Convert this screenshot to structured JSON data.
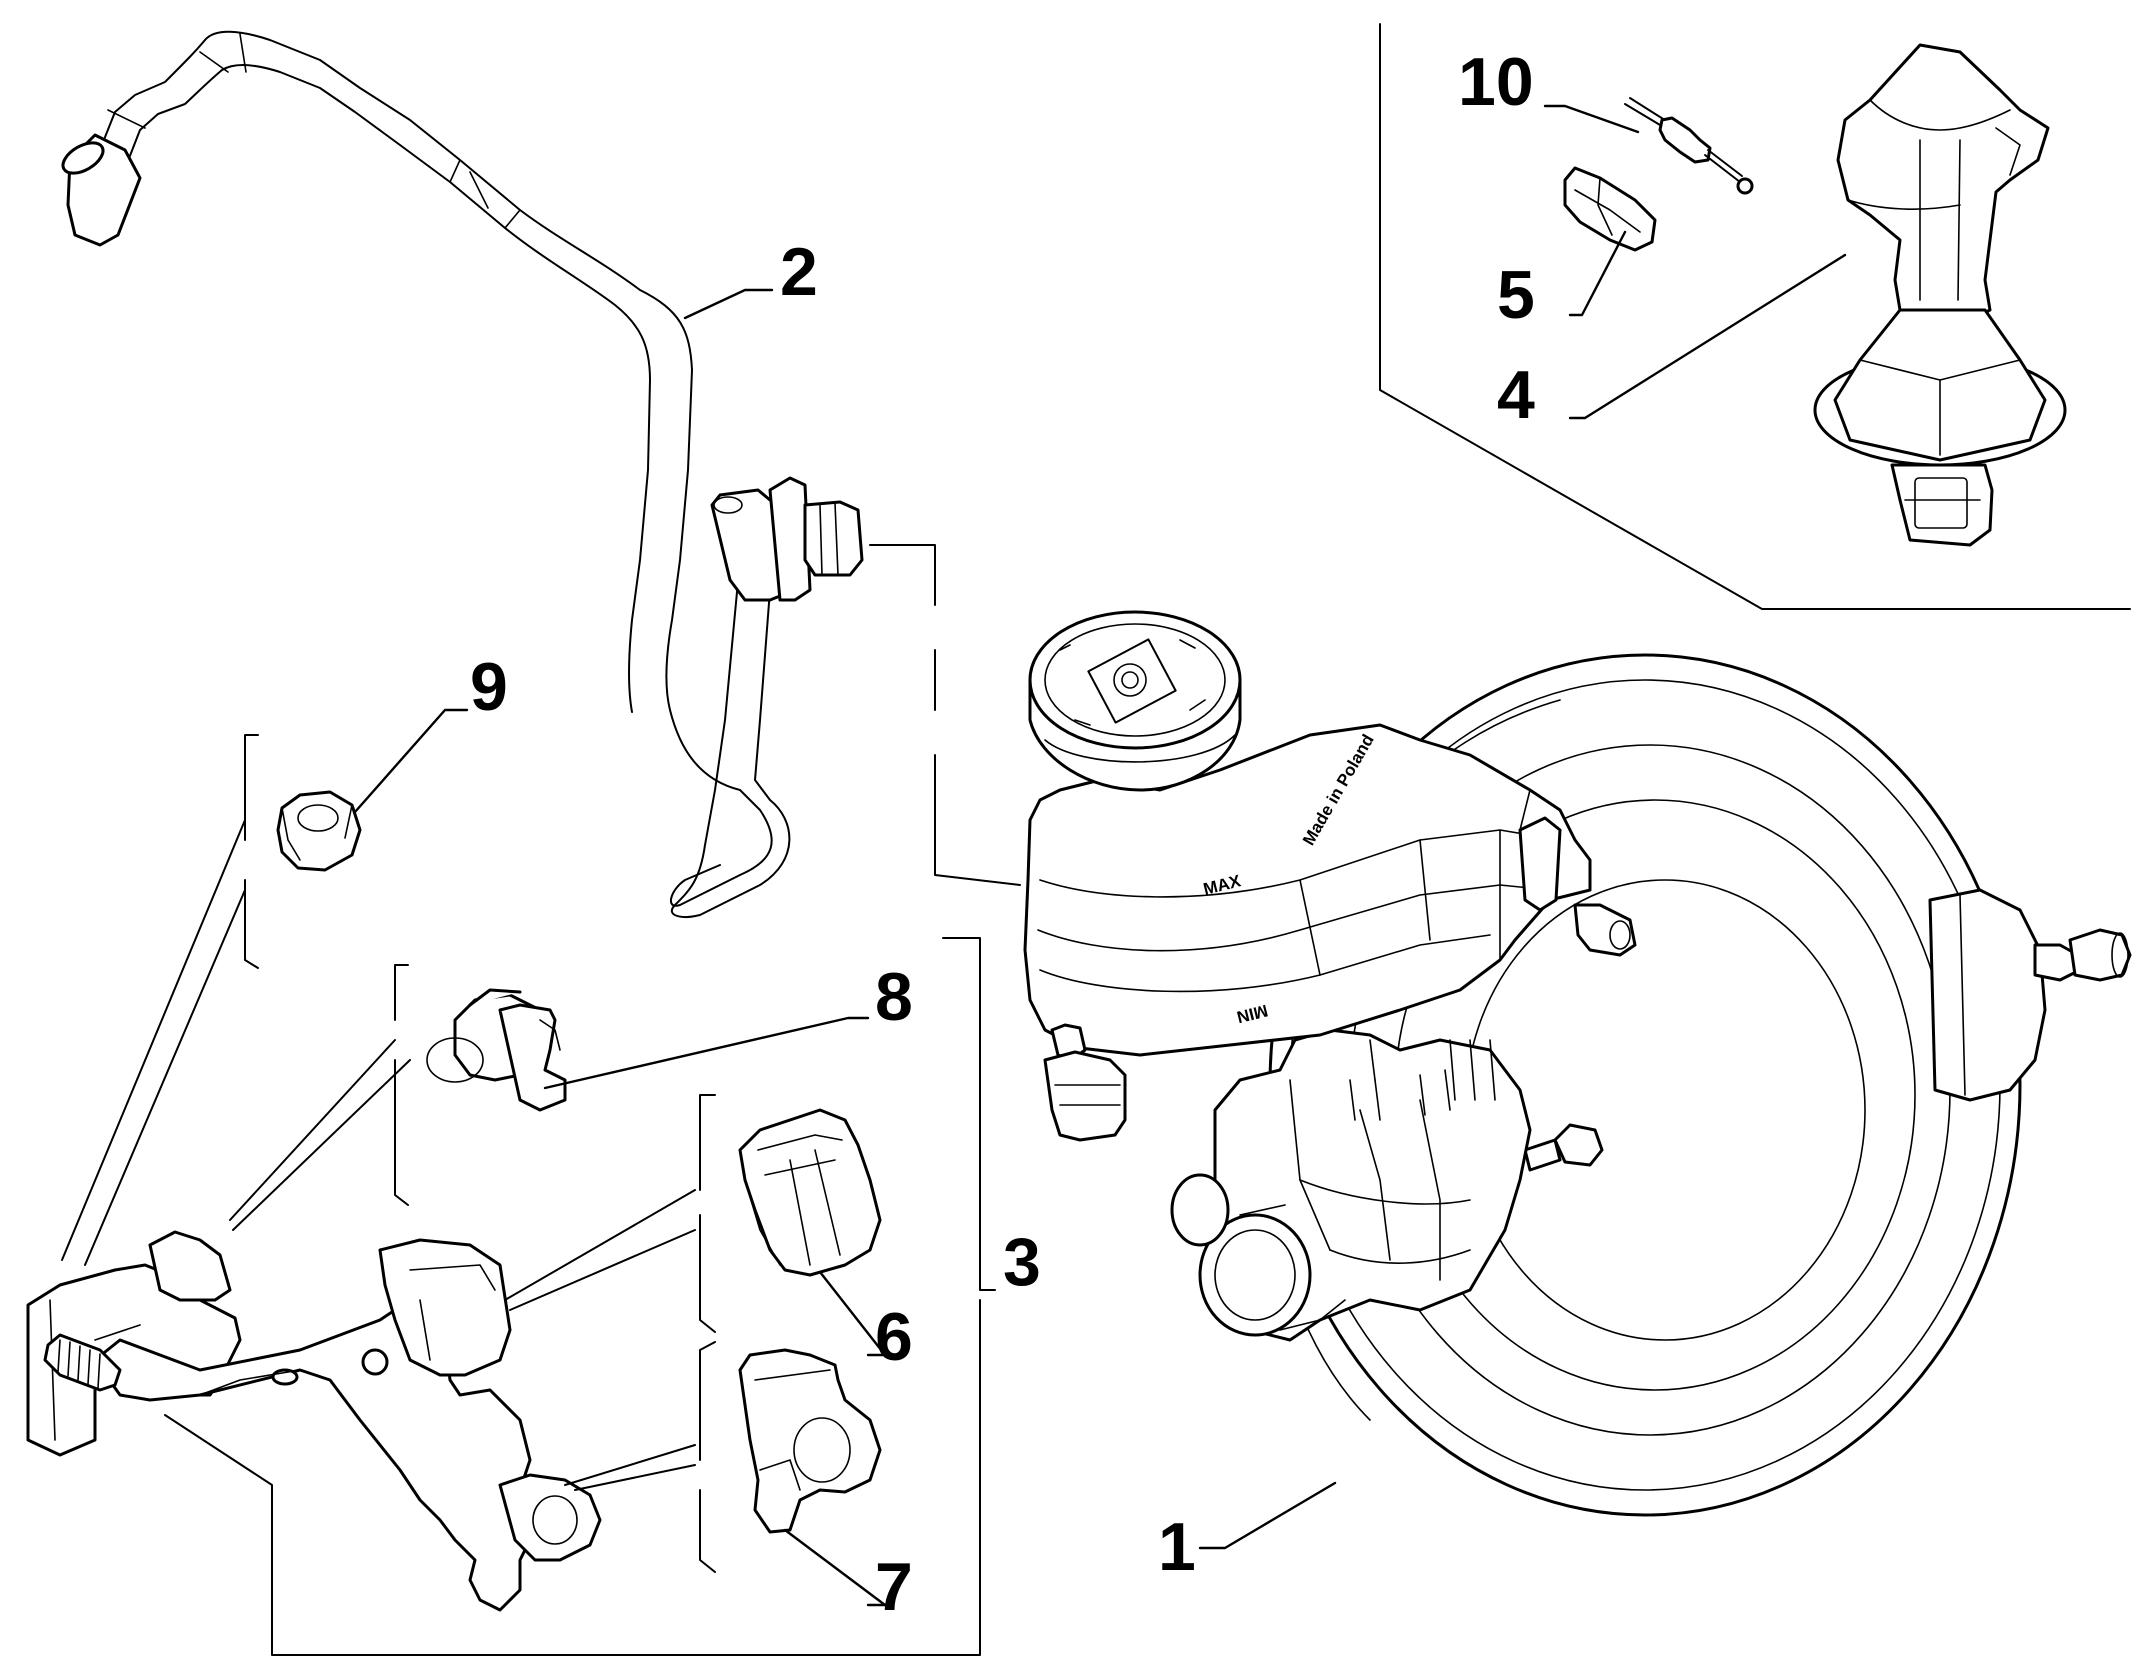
{
  "callouts": {
    "c1": "1",
    "c2": "2",
    "c3": "3",
    "c4": "4",
    "c5": "5",
    "c6": "6",
    "c7": "7",
    "c8": "8",
    "c9": "9",
    "c10": "10"
  },
  "reservoir_marks": {
    "max": "MAX",
    "min": "MIN",
    "made_in": "Made in Poland"
  }
}
